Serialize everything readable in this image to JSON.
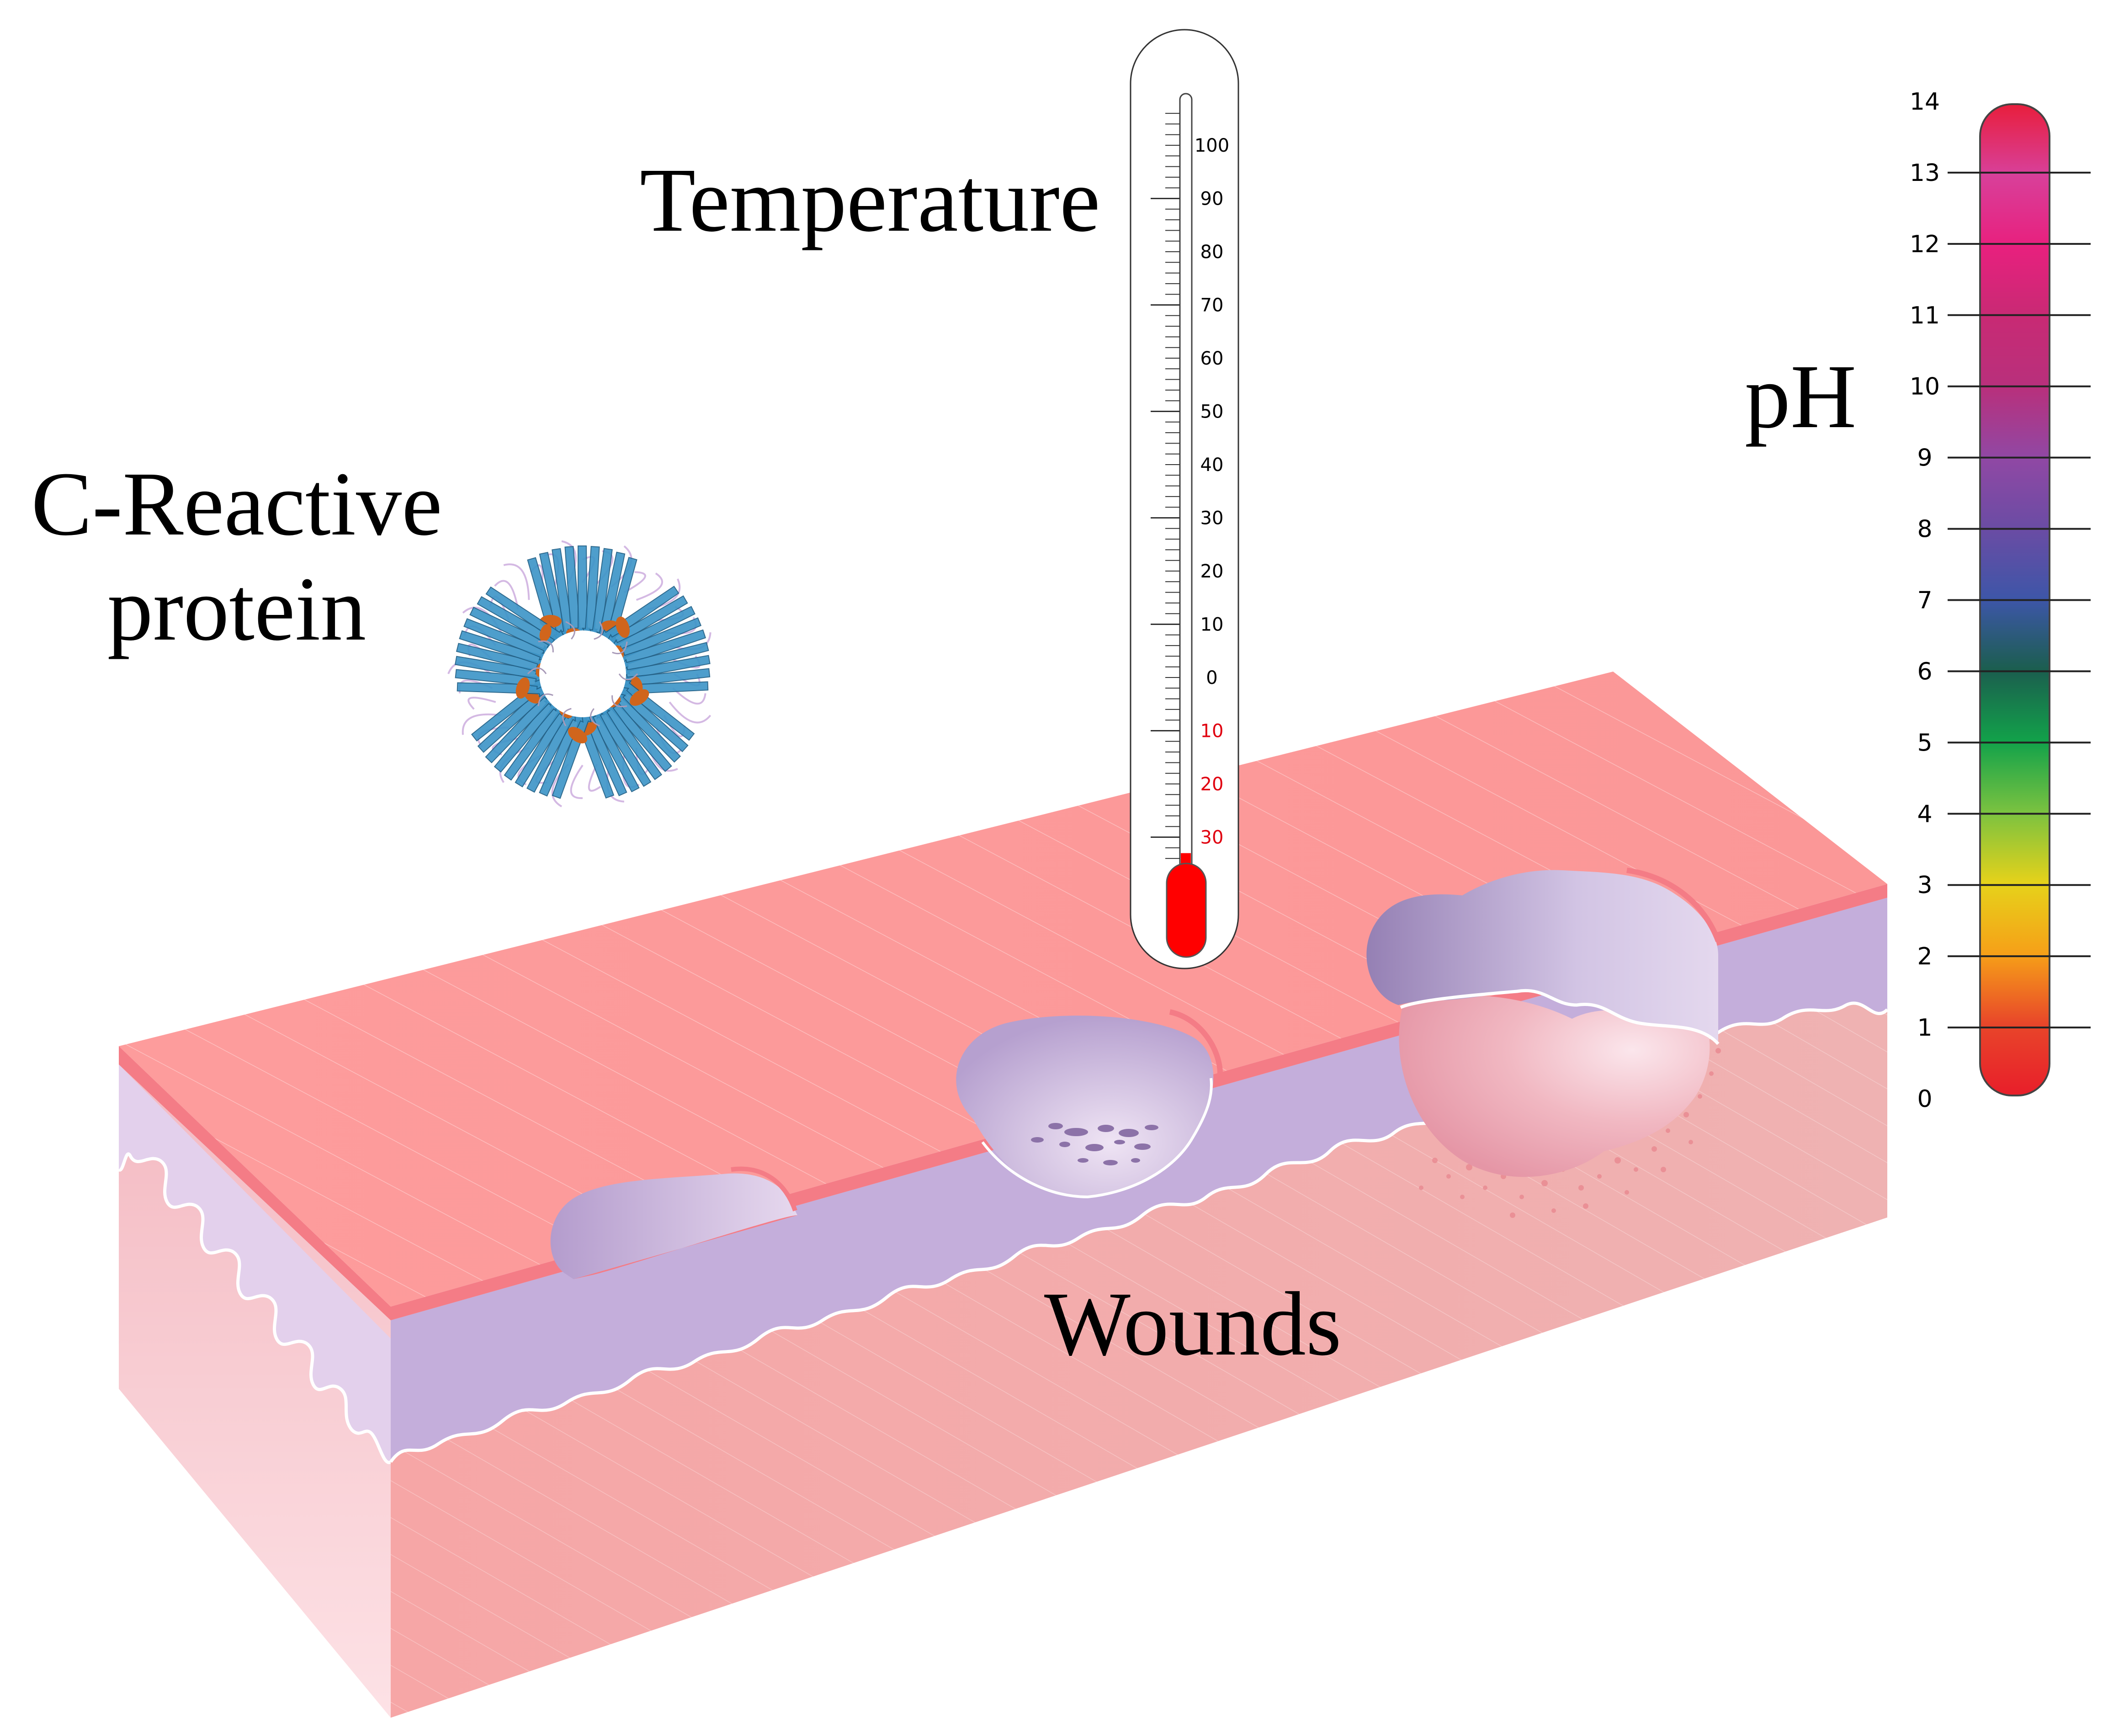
{
  "labels": {
    "temperature": "Temperature",
    "crp_line1": "C-Reactive",
    "crp_line2": "protein",
    "ph": "pH",
    "wounds": "Wounds"
  },
  "thermometer": {
    "scale_labels": [
      "100",
      "90",
      "80",
      "70",
      "60",
      "50",
      "40",
      "30",
      "20",
      "10",
      "0",
      "10",
      "20",
      "30"
    ],
    "scale_min": -30,
    "scale_max": 100,
    "fill_level": -33,
    "positive_color": "#000000",
    "negative_color": "#e0000f",
    "bulb_color": "#ff0000"
  },
  "ph_scale": {
    "labels": [
      "14",
      "13",
      "12",
      "11",
      "10",
      "9",
      "8",
      "7",
      "6",
      "5",
      "4",
      "3",
      "2",
      "1",
      "0"
    ],
    "gradient_colors": [
      "#e81e3c",
      "#d8409a",
      "#e8207e",
      "#c82a74",
      "#b8307c",
      "#9048a4",
      "#6a4ca4",
      "#3d56a8",
      "#1b5e4e",
      "#12a24a",
      "#7ac240",
      "#e6d21a",
      "#f6a018",
      "#e8452a",
      "#e81e2a"
    ]
  },
  "colors": {
    "skin_top": "#fc9a9a",
    "skin_top_edge": "#f47c86",
    "epidermis": "#c4aedb",
    "dermis": "#f2b0b0",
    "protein_blue": "#3f96c8",
    "protein_orange": "#d0651c"
  },
  "icons": [
    "thermometer-icon",
    "c-reactive-protein-icon",
    "ph-scale-icon",
    "skin-block-icon"
  ]
}
